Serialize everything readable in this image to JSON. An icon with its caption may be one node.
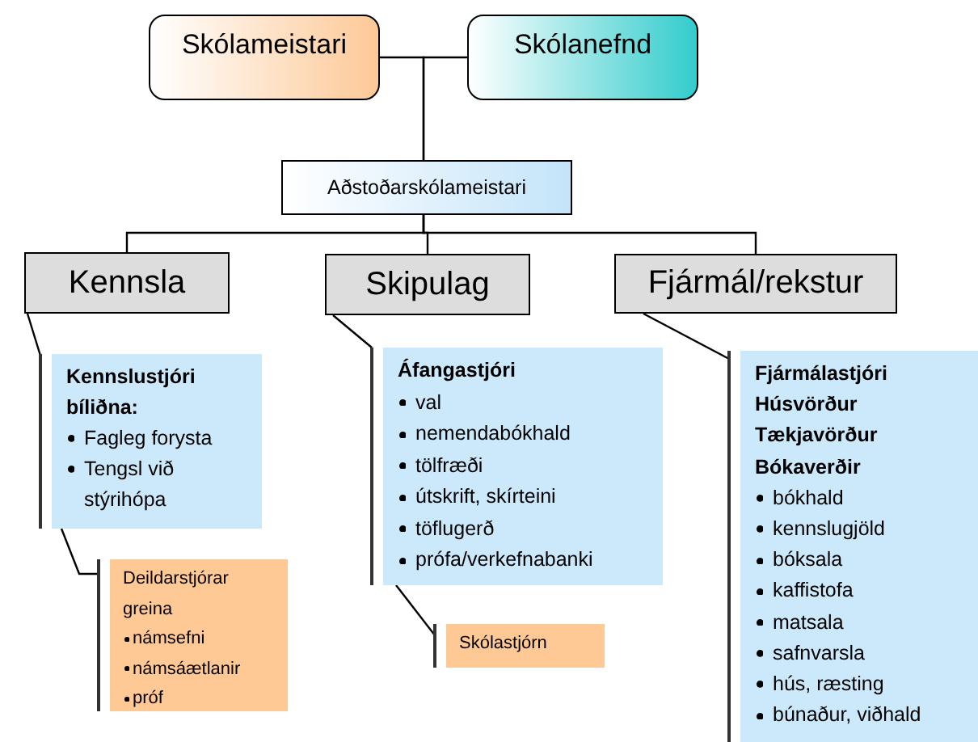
{
  "diagram": {
    "nodes": [
      {
        "text": [
          "Skólameistari"
        ]
      },
      {
        "text": [
          "Skólanefnd"
        ]
      },
      {
        "text": [
          "Aðstoðarskólameistari"
        ]
      },
      {
        "text": [
          "Kennsla"
        ]
      },
      {
        "text": [
          "Skipulag"
        ]
      },
      {
        "text": [
          "Fjármál/rekstur"
        ]
      },
      {
        "text": [
          "Kennslustjóri bíliðna:",
          "Fagleg forysta",
          "Tengsl við stýrihópa"
        ]
      },
      {
        "text": [
          "Áfangastjóri",
          "val",
          "nemendabókhald",
          "tölfræði",
          "útskrift, skírteini",
          "töflugerð",
          "prófa/verkefnabanki"
        ]
      },
      {
        "text": [
          "Fjármálastjóri",
          "Húsvörður",
          "Tækjavörður",
          "Bókaverðir",
          "bókhald",
          "kennslugjöld",
          "bóksala",
          "kaffistofa",
          "matsala",
          "safnvarsla",
          "hús, ræsting",
          "búnaður, viðhald"
        ]
      },
      {
        "text": [
          "Deildarstjórar greina",
          "námsefni",
          "námsáætlanir",
          "próf"
        ]
      },
      {
        "text": [
          "Skólastjórn"
        ]
      }
    ],
    "edges": [
      {
        "from": 0,
        "to": 2,
        "arrow": "none"
      },
      {
        "from": 1,
        "to": 2,
        "arrow": "none"
      },
      {
        "from": 2,
        "to": 3,
        "arrow": "none"
      },
      {
        "from": 2,
        "to": 4,
        "arrow": "none"
      },
      {
        "from": 2,
        "to": 5,
        "arrow": "none"
      },
      {
        "from": 3,
        "to": 6,
        "arrow": "none"
      },
      {
        "from": 4,
        "to": 7,
        "arrow": "none"
      },
      {
        "from": 5,
        "to": 8,
        "arrow": "none"
      },
      {
        "from": 6,
        "to": 9,
        "arrow": "none"
      },
      {
        "from": 7,
        "to": 10,
        "arrow": "none"
      }
    ]
  }
}
